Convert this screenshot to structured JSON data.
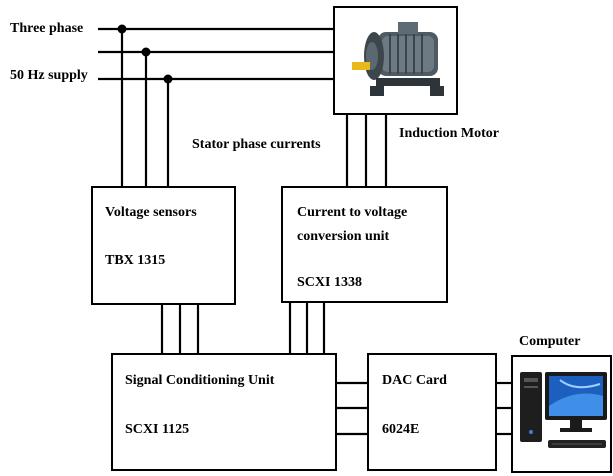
{
  "supply": {
    "line1": "Three phase",
    "line2": "50 Hz supply"
  },
  "motor": {
    "label": "Induction Motor",
    "icon": "induction-motor-icon"
  },
  "stator_label": "Stator phase currents",
  "voltage_sensors": {
    "title": "Voltage sensors",
    "model": "TBX 1315"
  },
  "current_unit": {
    "title_line1": "Current to voltage",
    "title_line2": "conversion unit",
    "model": "SCXI 1338"
  },
  "signal_unit": {
    "title": "Signal Conditioning Unit",
    "model": "SCXI 1125"
  },
  "dac": {
    "title": "DAC Card",
    "model": "6024E"
  },
  "computer": {
    "label": "Computer",
    "icon": "desktop-computer-icon"
  }
}
